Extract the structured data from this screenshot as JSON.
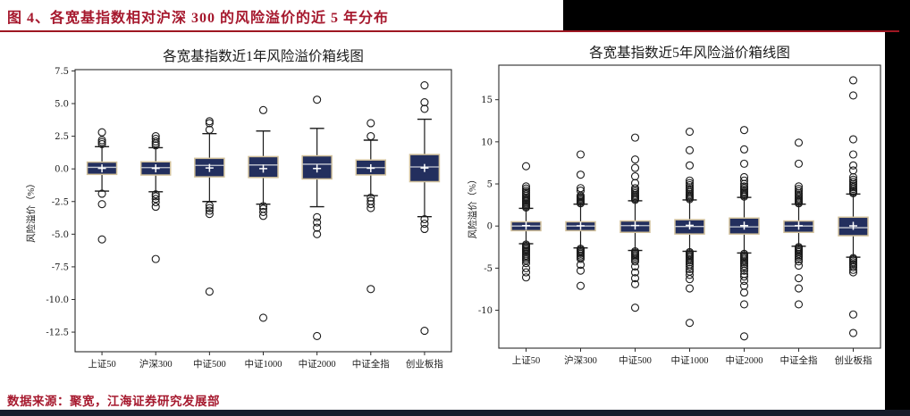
{
  "header": {
    "title": "图 4、各宽基指数相对沪深 300 的风险溢价的近 5 年分布",
    "accent_color": "#A6192E",
    "divider_color": "#9E1722"
  },
  "footer": {
    "source_note": "数据来源：聚宽，江海证券研究发展部",
    "bar_color": "#171C2B"
  },
  "style": {
    "box_fill": "#232F5E",
    "box_edge": "#D2C19B",
    "median_color": "#C7CBD4",
    "mean_color": "#FFFFFF",
    "whisker_color": "#1a1a1a",
    "outlier_color": "#1a1a1a",
    "frame_color": "#2b2b2b"
  },
  "chart_data": [
    {
      "type": "boxplot",
      "title": "各宽基指数近1年风险溢价箱线图",
      "xlabel": "",
      "ylabel": "风险溢价（%）",
      "ylim": [
        -14.0,
        7.6
      ],
      "yticks": [
        7.5,
        5.0,
        2.5,
        0.0,
        -2.5,
        -5.0,
        -7.5,
        -10.0,
        -12.5
      ],
      "ytick_labels": [
        "7.5",
        "5.0",
        "2.5",
        "0.0",
        "-2.5",
        "-5.0",
        "-7.5",
        "-10.0",
        "-12.5"
      ],
      "grid": false,
      "legend": "none",
      "categories": [
        "上证50",
        "沪深300",
        "中证500",
        "中证1000",
        "中证2000",
        "中证全指",
        "创业板指"
      ],
      "series": [
        {
          "name": "上证50",
          "whisker_low": -1.7,
          "q1": -0.42,
          "median": 0.12,
          "q3": 0.52,
          "whisker_high": 1.7,
          "mean": 0.04,
          "outliers": [
            1.9,
            2.05,
            2.2,
            2.8,
            -1.9,
            -2.7,
            -5.4
          ]
        },
        {
          "name": "沪深300",
          "whisker_low": -1.75,
          "q1": -0.47,
          "median": 0.1,
          "q3": 0.54,
          "whisker_high": 1.62,
          "mean": 0.04,
          "outliers": [
            1.8,
            1.95,
            2.1,
            2.3,
            2.5,
            -1.95,
            -2.1,
            -2.3,
            -2.55,
            -2.9,
            -6.9
          ]
        },
        {
          "name": "中证500",
          "whisker_low": -2.5,
          "q1": -0.61,
          "median": 0.27,
          "q3": 0.81,
          "whisker_high": 2.7,
          "mean": 0.07,
          "outliers": [
            3.0,
            3.5,
            3.65,
            -2.8,
            -3.0,
            -3.2,
            -3.45,
            -9.4
          ]
        },
        {
          "name": "中证1000",
          "whisker_low": -2.7,
          "q1": -0.66,
          "median": 0.3,
          "q3": 0.94,
          "whisker_high": 2.9,
          "mean": 0.02,
          "outliers": [
            4.5,
            -2.85,
            -3.05,
            -3.3,
            -3.6,
            -11.4
          ]
        },
        {
          "name": "中证2000",
          "whisker_low": -2.9,
          "q1": -0.77,
          "median": 0.36,
          "q3": 1.0,
          "whisker_high": 3.1,
          "mean": 0.03,
          "outliers": [
            5.3,
            -3.7,
            -4.1,
            -4.5,
            -5.0,
            -12.8
          ]
        },
        {
          "name": "中证全指",
          "whisker_low": -2.05,
          "q1": -0.46,
          "median": 0.1,
          "q3": 0.68,
          "whisker_high": 2.2,
          "mean": 0.05,
          "outliers": [
            2.5,
            3.5,
            -2.2,
            -2.45,
            -2.7,
            -3.0,
            -9.2
          ]
        },
        {
          "name": "创业板指",
          "whisker_low": -3.66,
          "q1": -0.98,
          "median": 0.15,
          "q3": 1.1,
          "whisker_high": 3.8,
          "mean": 0.07,
          "outliers": [
            4.6,
            5.1,
            6.4,
            -3.85,
            -4.2,
            -4.6,
            -12.4
          ]
        }
      ]
    },
    {
      "type": "boxplot",
      "title": "各宽基指数近5年风险溢价箱线图",
      "xlabel": "",
      "ylabel": "风险溢价（%）",
      "ylim": [
        -14.5,
        19.1
      ],
      "yticks": [
        15,
        10,
        5,
        0,
        -5,
        -10
      ],
      "ytick_labels": [
        "15",
        "10",
        "5",
        "0",
        "-5",
        "-10"
      ],
      "grid": false,
      "legend": "none",
      "categories": [
        "上证50",
        "沪深300",
        "中证500",
        "中证1000",
        "中证2000",
        "中证全指",
        "创业板指"
      ],
      "series": [
        {
          "name": "上证50",
          "whisker_low": -2.1,
          "q1": -0.55,
          "median": 0.0,
          "q3": 0.5,
          "whisker_high": 2.1,
          "mean": 0.05,
          "outliers": [
            2.2,
            2.35,
            2.5,
            2.65,
            2.8,
            2.95,
            3.1,
            3.25,
            3.4,
            3.6,
            3.8,
            4.0,
            4.2,
            4.45,
            4.7,
            7.1,
            -2.2,
            -2.35,
            -2.5,
            -2.65,
            -2.8,
            -2.95,
            -3.1,
            -3.3,
            -3.5,
            -3.7,
            -3.9,
            -4.1,
            -4.4,
            -5.0,
            -5.5,
            -6.1
          ]
        },
        {
          "name": "沪深300",
          "whisker_low": -2.6,
          "q1": -0.55,
          "median": 0.0,
          "q3": 0.5,
          "whisker_high": 2.6,
          "mean": 0.03,
          "outliers": [
            2.7,
            2.85,
            3.0,
            3.15,
            3.3,
            3.45,
            3.6,
            4.2,
            4.5,
            6.1,
            8.5,
            -2.7,
            -2.85,
            -3.0,
            -3.15,
            -3.3,
            -3.5,
            -3.7,
            -3.9,
            -4.6,
            -5.3,
            -7.1
          ]
        },
        {
          "name": "中证500",
          "whisker_low": -2.9,
          "q1": -0.75,
          "median": 0.05,
          "q3": 0.6,
          "whisker_high": 3.0,
          "mean": 0.06,
          "outliers": [
            3.1,
            3.25,
            3.4,
            3.55,
            3.7,
            3.9,
            4.1,
            4.3,
            4.5,
            5.1,
            5.9,
            6.9,
            7.9,
            10.5,
            -3.0,
            -3.15,
            -3.3,
            -3.45,
            -3.6,
            -3.8,
            -4.0,
            -4.2,
            -4.8,
            -5.5,
            -6.2,
            -6.9,
            -9.7
          ]
        },
        {
          "name": "中证1000",
          "whisker_low": -3.0,
          "q1": -0.95,
          "median": -0.05,
          "q3": 0.75,
          "whisker_high": 3.1,
          "mean": 0.08,
          "outliers": [
            3.2,
            3.35,
            3.5,
            3.65,
            3.8,
            4.0,
            4.2,
            4.4,
            4.6,
            4.85,
            5.1,
            5.4,
            7.2,
            9.0,
            11.2,
            -3.1,
            -3.25,
            -3.4,
            -3.55,
            -3.7,
            -3.9,
            -4.1,
            -4.3,
            -4.55,
            -4.8,
            -5.1,
            -5.4,
            -5.8,
            -6.3,
            -7.4,
            -11.5
          ]
        },
        {
          "name": "中证2000",
          "whisker_low": -3.2,
          "q1": -0.95,
          "median": -0.1,
          "q3": 0.95,
          "whisker_high": 3.4,
          "mean": 0.05,
          "outliers": [
            3.5,
            3.65,
            3.8,
            3.95,
            4.1,
            4.3,
            4.5,
            4.7,
            5.0,
            5.4,
            5.8,
            7.4,
            9.1,
            11.4,
            -3.3,
            -3.45,
            -3.6,
            -3.75,
            -3.9,
            -4.1,
            -4.3,
            -4.5,
            -4.75,
            -5.0,
            -5.3,
            -5.7,
            -6.0,
            -6.5,
            -7.1,
            -7.9,
            -9.3,
            -13.1
          ]
        },
        {
          "name": "中证全指",
          "whisker_low": -2.4,
          "q1": -0.75,
          "median": 0.0,
          "q3": 0.6,
          "whisker_high": 2.6,
          "mean": 0.04,
          "outliers": [
            2.7,
            2.85,
            3.0,
            3.15,
            3.3,
            3.5,
            3.7,
            3.9,
            4.15,
            4.4,
            4.7,
            7.4,
            9.9,
            -2.5,
            -2.65,
            -2.8,
            -2.95,
            -3.1,
            -3.3,
            -3.5,
            -3.7,
            -3.95,
            -4.2,
            -4.7,
            -6.2,
            -7.4,
            -9.3
          ]
        },
        {
          "name": "创业板指",
          "whisker_low": -3.7,
          "q1": -1.15,
          "median": -0.2,
          "q3": 1.05,
          "whisker_high": 3.8,
          "mean": 0.02,
          "outliers": [
            3.9,
            4.05,
            4.2,
            4.4,
            4.6,
            4.8,
            5.0,
            5.25,
            5.5,
            5.8,
            6.6,
            7.2,
            8.5,
            10.3,
            15.5,
            17.3,
            -3.8,
            -3.95,
            -4.1,
            -4.3,
            -4.5,
            -4.7,
            -4.9,
            -5.2,
            -5.5,
            -10.5,
            -12.7
          ]
        }
      ]
    }
  ]
}
